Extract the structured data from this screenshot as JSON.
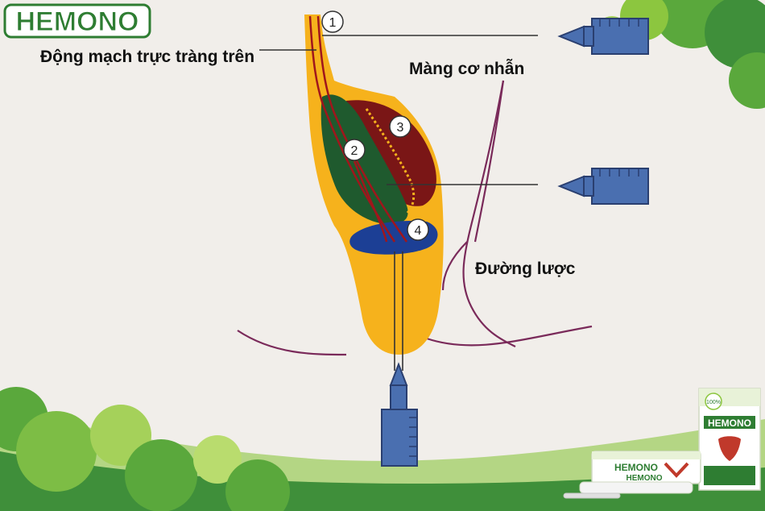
{
  "brand": {
    "logo_text": "HEMONO",
    "green_dark": "#2e7d32",
    "green_light": "#8cc63f"
  },
  "diagram": {
    "label_artery": "Động mạch trực tràng trên",
    "label_membrane": "Màng cơ nhẫn",
    "label_dentate_line": "Đường lược",
    "markers": [
      "1",
      "2",
      "3",
      "4"
    ]
  },
  "product": {
    "box_brand": "HEMONO",
    "tube_brand": "HEMONO",
    "tube_brand_2": "HEMONO",
    "seal_text": "100%"
  },
  "colors": {
    "rectum": "#f6b21c",
    "artery": "#a0161c",
    "green_zone": "#1f5a2e",
    "red_zone": "#7a1616",
    "blue_zone": "#1c3f95",
    "outline": "#7a2a5a",
    "syringe_body": "#4a6fb0"
  }
}
